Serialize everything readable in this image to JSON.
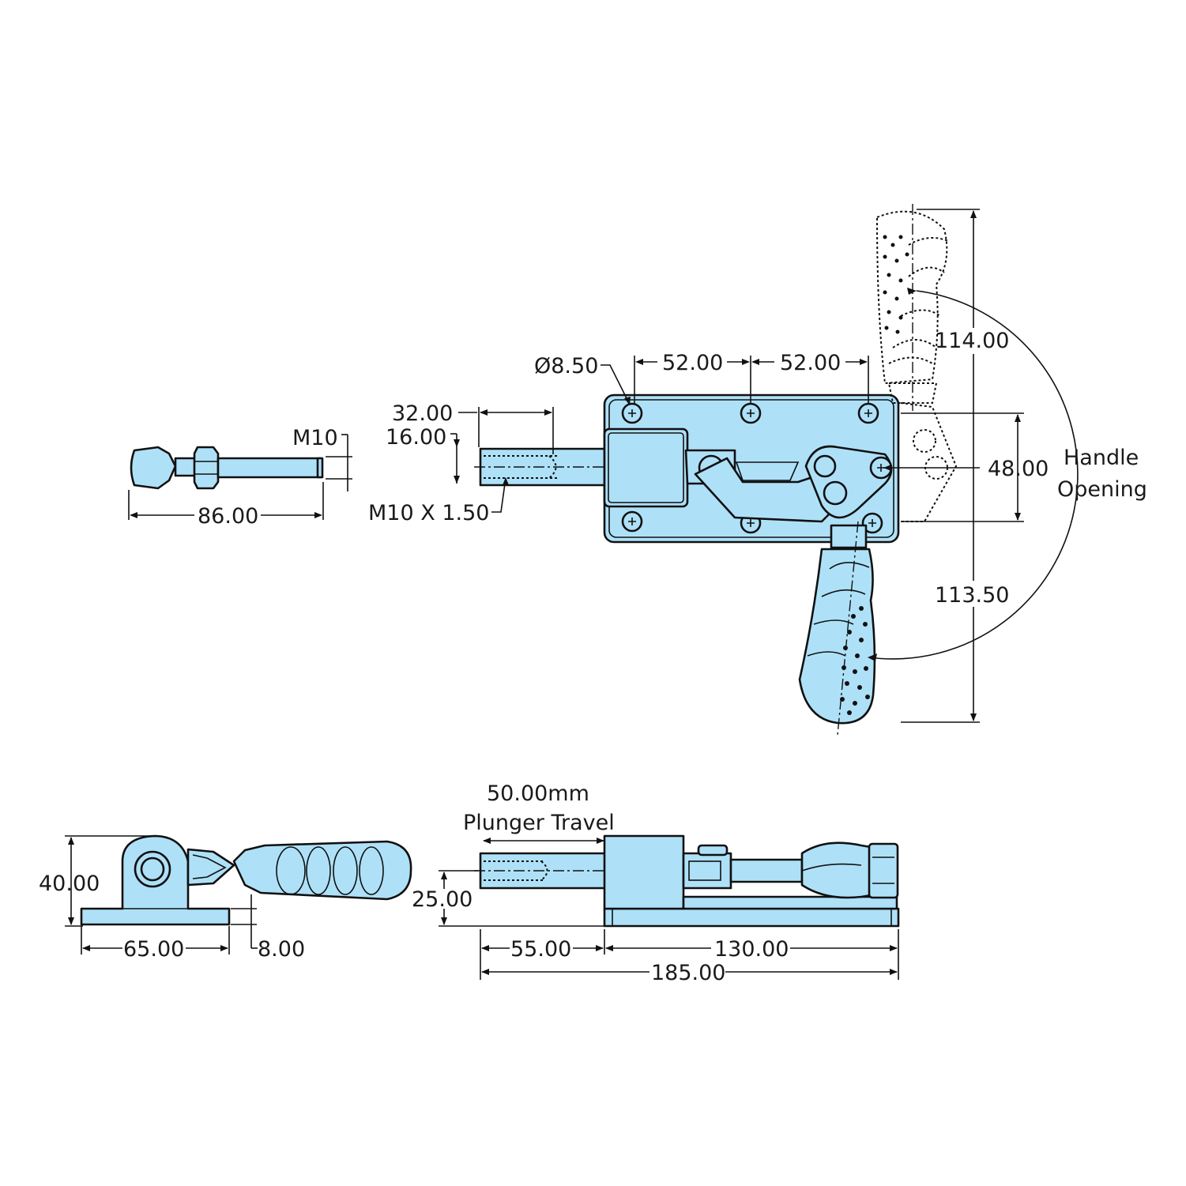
{
  "drawing": {
    "colors": {
      "part_fill": "#aee1f8",
      "line": "#111111",
      "background": "#ffffff"
    },
    "dimensions": {
      "plunger_length": "86.00",
      "plunger_thread": "M10",
      "stroke_32": "32.00",
      "stroke_16": "16.00",
      "internal_thread": "M10 X 1.50",
      "hole_diameter": "Ø8.50",
      "hole_spacing_1": "52.00",
      "hole_spacing_2": "52.00",
      "base_height": "48.00",
      "handle_up": "114.00",
      "handle_down": "113.50",
      "handle_opening_1": "Handle",
      "handle_opening_2": "Opening",
      "end_height": "40.00",
      "end_width": "65.00",
      "base_thickness": "8.00",
      "travel_1": "50.00mm",
      "travel_2": "Plunger Travel",
      "plunger_height": "25.00",
      "extension": "55.00",
      "body_length": "130.00",
      "overall_length": "185.00"
    }
  }
}
